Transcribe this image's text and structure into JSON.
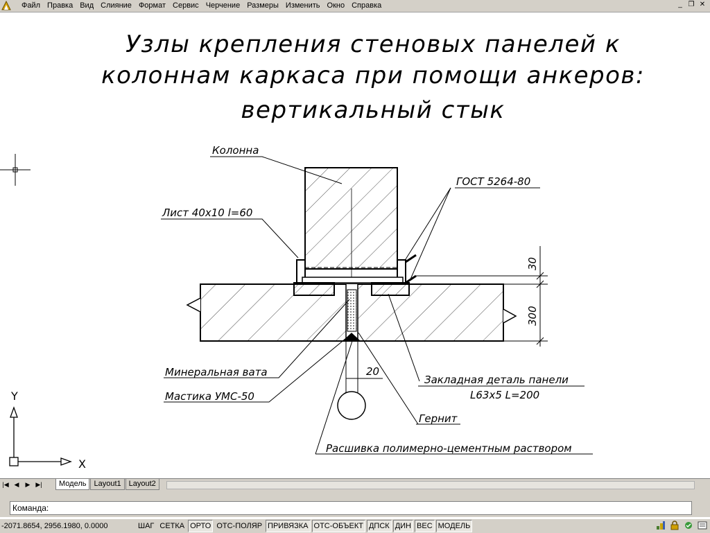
{
  "menubar": {
    "items": [
      "Файл",
      "Правка",
      "Вид",
      "Слияние",
      "Формат",
      "Сервис",
      "Черчение",
      "Размеры",
      "Изменить",
      "Окно",
      "Справка"
    ]
  },
  "drawing": {
    "title_lines": [
      "Узлы крепления стеновых панелей к",
      "колоннам каркаса при помощи анкеров:",
      "вертикальный стык"
    ],
    "labels": {
      "column": "Колонна",
      "gost": "ГОСТ 5264-80",
      "sheet": "Лист 40х10 l=60",
      "mineral_wool": "Минеральная вата",
      "mastic": "Мастика УМС-50",
      "embedded_part": "Закладная деталь панели",
      "embedded_part_size": "L63х5 L=200",
      "gernit": "Гернит",
      "pointing": "Расшивка полимерно-цементным раствором"
    },
    "dimensions": {
      "top": "30",
      "panel": "300",
      "gap": "20"
    },
    "axis": {
      "x": "X",
      "y": "Y"
    }
  },
  "tabs": {
    "items": [
      "Модель",
      "Layout1",
      "Layout2"
    ],
    "active": "Модель"
  },
  "command": {
    "prompt": "Команда:"
  },
  "status": {
    "coords": "-2071.8654, 2956.1980, 0.0000",
    "toggles": [
      {
        "label": "ШАГ",
        "on": false
      },
      {
        "label": "СЕТКА",
        "on": false
      },
      {
        "label": "ОРТО",
        "on": true
      },
      {
        "label": "ОТС-ПОЛЯР",
        "on": false
      },
      {
        "label": "ПРИВЯЗКА",
        "on": true
      },
      {
        "label": "ОТС-ОБЪЕКТ",
        "on": true
      },
      {
        "label": "ДПСК",
        "on": true
      },
      {
        "label": "ДИН",
        "on": true
      },
      {
        "label": "ВЕС",
        "on": true
      },
      {
        "label": "МОДЕЛЬ",
        "on": true
      }
    ]
  },
  "icons": {
    "app": "autocad-app-icon",
    "window": [
      "minimize-icon",
      "restore-icon",
      "close-icon"
    ],
    "tab_nav": [
      "first-tab-icon",
      "prev-tab-icon",
      "next-tab-icon",
      "last-tab-icon"
    ],
    "tray": [
      "network-icon",
      "lock-icon",
      "annotation-icon",
      "settings-icon"
    ]
  }
}
